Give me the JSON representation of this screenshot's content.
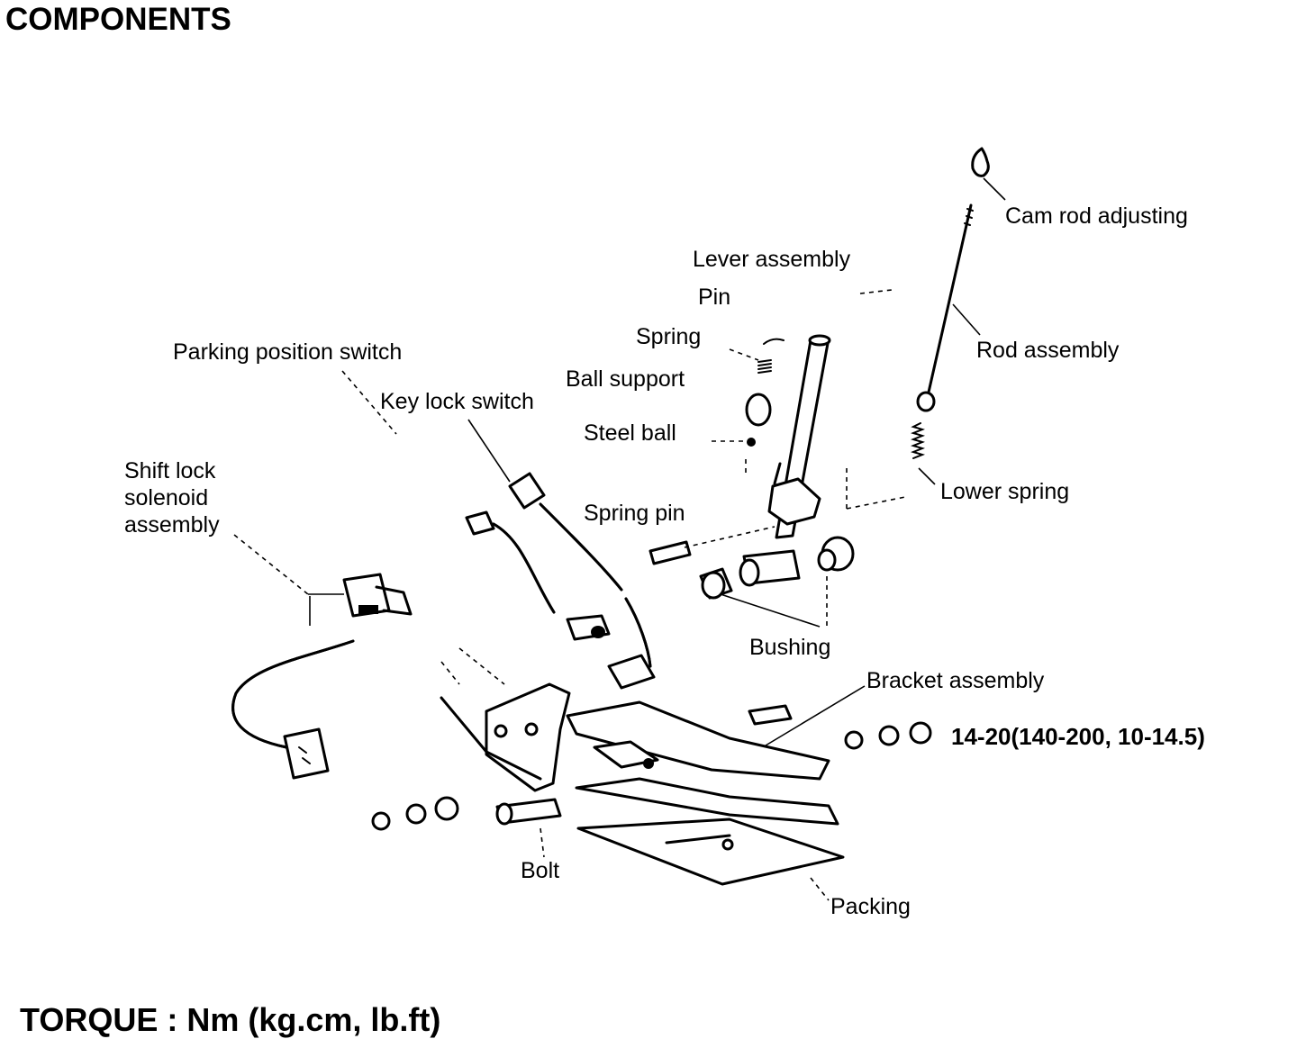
{
  "title": "COMPONENTS",
  "torque_note": "TORQUE : Nm (kg.cm, lb.ft)",
  "labels": {
    "cam_rod_adjusting": "Cam rod adjusting",
    "lever_assembly": "Lever assembly",
    "pin": "Pin",
    "rod_assembly": "Rod assembly",
    "spring": "Spring",
    "ball_support": "Ball support",
    "parking_position_switch": "Parking position switch",
    "key_lock_switch": "Key lock switch",
    "steel_ball": "Steel ball",
    "lower_spring": "Lower spring",
    "shift_lock_line1": "Shift lock",
    "shift_lock_line2": "solenoid",
    "shift_lock_line3": "assembly",
    "spring_pin": "Spring pin",
    "bushing": "Bushing",
    "bracket_assembly": "Bracket assembly",
    "torque_value": "14-20(140-200, 10-14.5)",
    "bolt": "Bolt",
    "packing": "Packing"
  }
}
